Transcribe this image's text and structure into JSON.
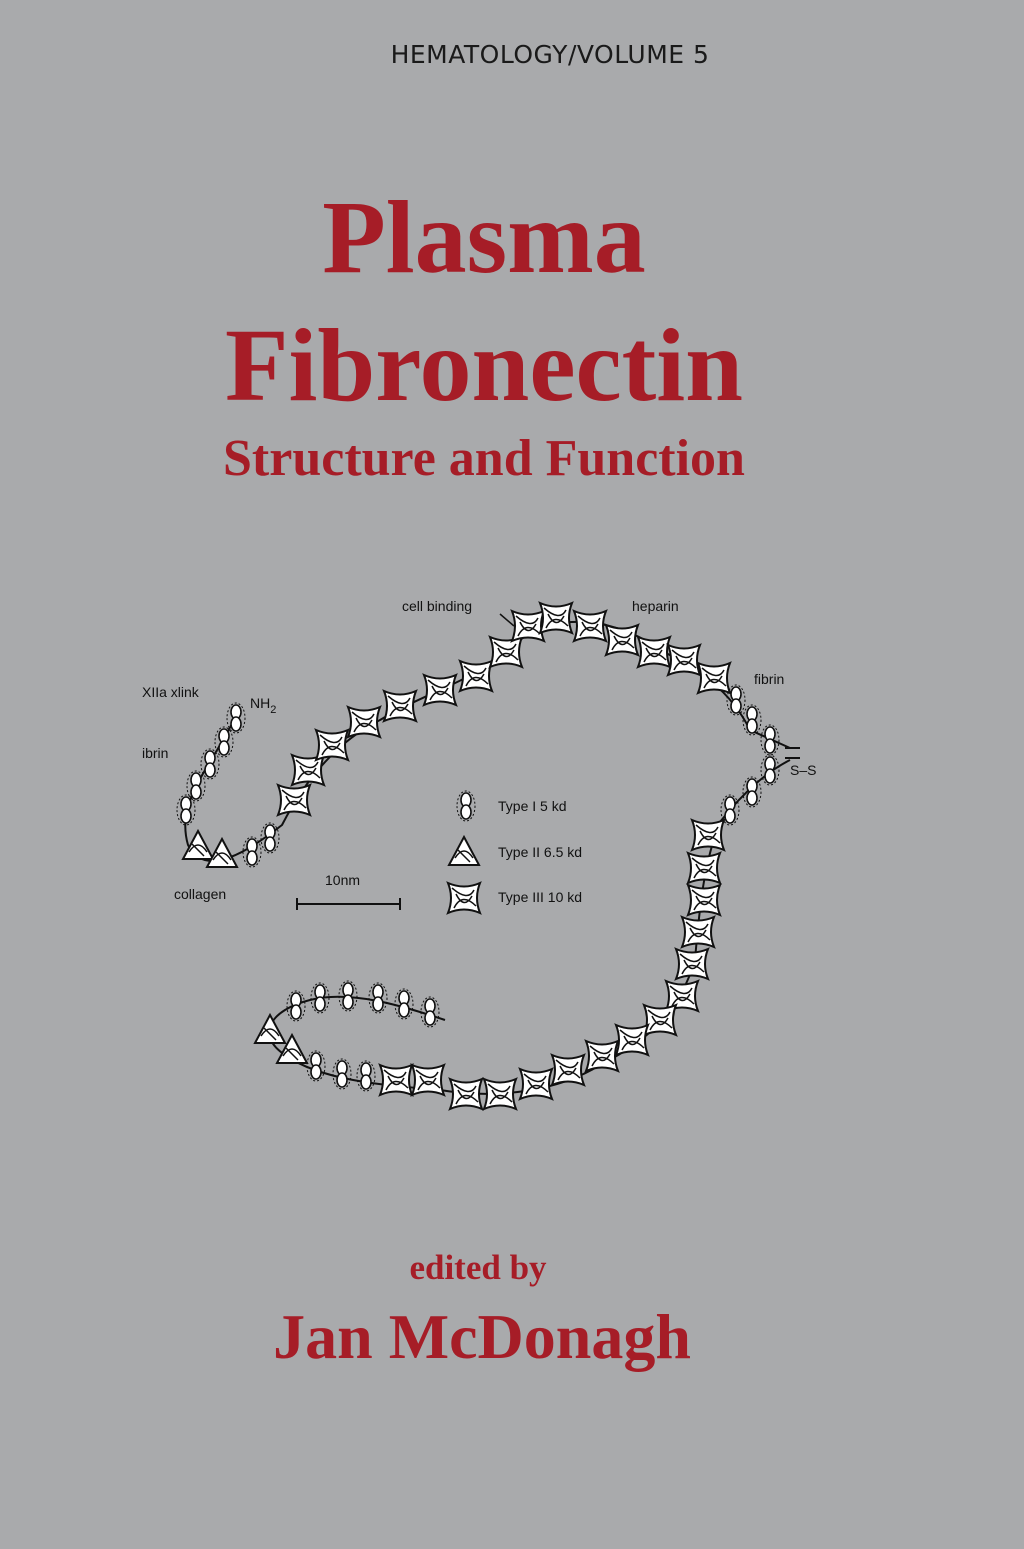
{
  "cover": {
    "series": "HEMATOLOGY/VOLUME 5",
    "title_line1": "Plasma",
    "title_line2": "Fibronectin",
    "subtitle": "Structure and Function",
    "edited_by": "edited by",
    "editor": "Jan McDonagh"
  },
  "diagram": {
    "labels": {
      "cell_binding": "cell binding",
      "heparin": "heparin",
      "fibrin_right": "fibrin",
      "xlink": "XIIa xlink",
      "nh2": "NH",
      "nh2_sub": "2",
      "fibrin_left": "ibrin",
      "ss": "S–S",
      "collagen": "collagen",
      "scale": "10nm"
    },
    "legend": [
      {
        "symbol": "type-i-module-icon",
        "label": "Type I   5 kd"
      },
      {
        "symbol": "type-ii-module-icon",
        "label": "Type II   6.5 kd"
      },
      {
        "symbol": "type-iii-module-icon",
        "label": "Type III   10 kd"
      }
    ]
  },
  "colors": {
    "background": "#a9aaac",
    "title_red": "#a61d27",
    "ink": "#111111"
  }
}
